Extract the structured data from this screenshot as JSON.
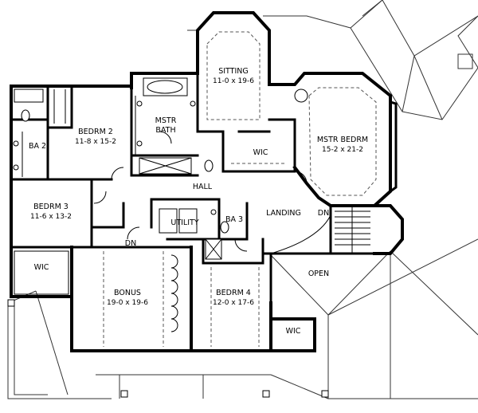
{
  "rooms": {
    "sitting": {
      "name": "SITTING",
      "dims": "11-0 x 19-6"
    },
    "mstr_bath": {
      "name": "MSTR",
      "name2": "BATH"
    },
    "bedrm2": {
      "name": "BEDRM 2",
      "dims": "11-8 x 15-2"
    },
    "ba2": {
      "name": "BA 2"
    },
    "wic_master": {
      "name": "WIC"
    },
    "mstr_bedrm": {
      "name": "MSTR BEDRM",
      "dims": "15-2 x 21-2"
    },
    "hall": {
      "name": "HALL"
    },
    "bedrm3": {
      "name": "BEDRM 3",
      "dims": "11-6 x 13-2"
    },
    "utility": {
      "name": "UTILITY"
    },
    "ba3": {
      "name": "BA 3"
    },
    "landing": {
      "name": "LANDING"
    },
    "dn_stair": {
      "name": "DN"
    },
    "dn_hall": {
      "name": "DN"
    },
    "wic_left": {
      "name": "WIC"
    },
    "bonus": {
      "name": "BONUS",
      "dims": "19-0 x 19-6"
    },
    "bedrm4": {
      "name": "BEDRM 4",
      "dims": "12-0 x 17-6"
    },
    "open": {
      "name": "OPEN"
    },
    "wic_bed4": {
      "name": "WIC"
    }
  }
}
